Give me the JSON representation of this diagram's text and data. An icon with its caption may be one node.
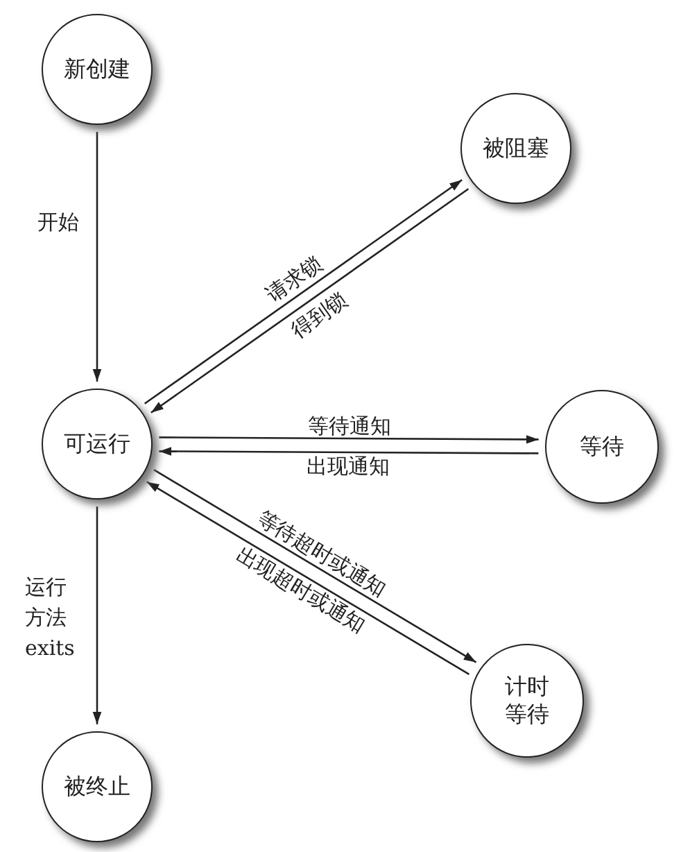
{
  "diagram": {
    "nodes": [
      {
        "text": [
          "新创建"
        ]
      },
      {
        "text": [
          "被阻塞"
        ]
      },
      {
        "text": [
          "可运行"
        ]
      },
      {
        "text": [
          "等待"
        ]
      },
      {
        "text": [
          "计时等待"
        ]
      },
      {
        "text": [
          "被终止"
        ]
      }
    ],
    "edges": [
      {
        "from": 0,
        "to": 2,
        "arrow": "to",
        "label": "开始"
      },
      {
        "from": 2,
        "to": 1,
        "arrow": "to",
        "label": "请求锁"
      },
      {
        "from": 1,
        "to": 2,
        "arrow": "to",
        "label": "得到锁"
      },
      {
        "from": 2,
        "to": 3,
        "arrow": "to",
        "label": "等待通知"
      },
      {
        "from": 3,
        "to": 2,
        "arrow": "to",
        "label": "出现通知"
      },
      {
        "from": 2,
        "to": 4,
        "arrow": "to",
        "label": "等待超时或通知"
      },
      {
        "from": 4,
        "to": 2,
        "arrow": "to",
        "label": "出现超时或通知"
      },
      {
        "from": 2,
        "to": 5,
        "arrow": "to",
        "label": "运行方法 exits"
      }
    ]
  }
}
